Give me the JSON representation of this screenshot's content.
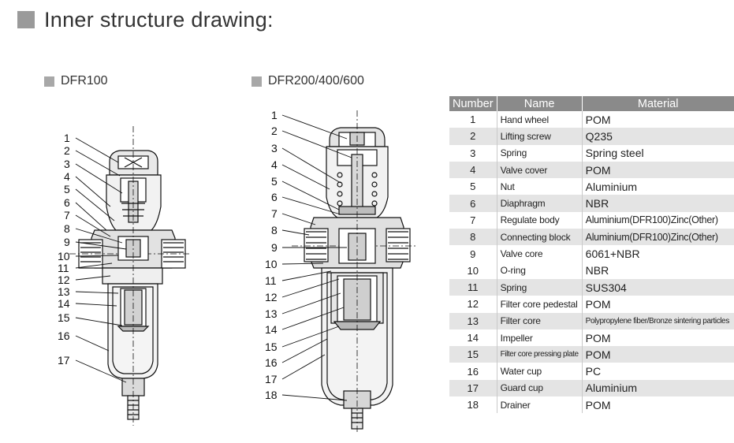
{
  "heading": "Inner structure drawing:",
  "model_a": {
    "label": "DFR100",
    "callouts": [
      "1",
      "2",
      "3",
      "4",
      "5",
      "6",
      "7",
      "8",
      "9",
      "10",
      "11",
      "12",
      "13",
      "14",
      "15",
      "16",
      "17"
    ]
  },
  "model_b": {
    "label": "DFR200/400/600",
    "callouts": [
      "1",
      "2",
      "3",
      "4",
      "5",
      "6",
      "7",
      "8",
      "9",
      "10",
      "11",
      "12",
      "13",
      "14",
      "15",
      "16",
      "17",
      "18"
    ]
  },
  "table": {
    "headers": {
      "number": "Number",
      "name": "Name",
      "material": "Material"
    },
    "rows": [
      {
        "number": "1",
        "name": "Hand wheel",
        "material": "POM"
      },
      {
        "number": "2",
        "name": "Lifting screw",
        "material": "Q235"
      },
      {
        "number": "3",
        "name": "Spring",
        "material": "Spring steel"
      },
      {
        "number": "4",
        "name": "Valve cover",
        "material": "POM"
      },
      {
        "number": "5",
        "name": "Nut",
        "material": "Aluminium"
      },
      {
        "number": "6",
        "name": "Diaphragm",
        "material": "NBR"
      },
      {
        "number": "7",
        "name": "Regulate body",
        "material": "Aluminium(DFR100)Zinc(Other)"
      },
      {
        "number": "8",
        "name": "Connecting block",
        "material": "Aluminium(DFR100)Zinc(Other)"
      },
      {
        "number": "9",
        "name": "Valve core",
        "material": "6061+NBR"
      },
      {
        "number": "10",
        "name": "O-ring",
        "material": "NBR"
      },
      {
        "number": "11",
        "name": "Spring",
        "material": "SUS304"
      },
      {
        "number": "12",
        "name": "Filter core pedestal",
        "material": "POM"
      },
      {
        "number": "13",
        "name": "Filter core",
        "material": "Polypropylene fiber/Bronze sintering particles"
      },
      {
        "number": "14",
        "name": "Impeller",
        "material": "POM"
      },
      {
        "number": "15",
        "name": "Filter core pressing plate",
        "material": "POM"
      },
      {
        "number": "16",
        "name": "Water cup",
        "material": "PC"
      },
      {
        "number": "17",
        "name": "Guard cup",
        "material": "Aluminium"
      },
      {
        "number": "18",
        "name": "Drainer",
        "material": "POM"
      }
    ]
  }
}
